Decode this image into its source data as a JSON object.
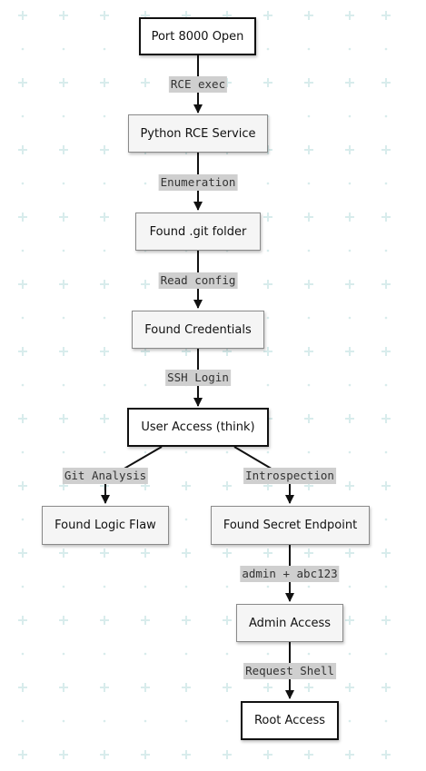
{
  "diagram": {
    "nodes": {
      "port": "Port 8000 Open",
      "python": "Python RCE Service",
      "git": "Found .git folder",
      "creds": "Found Credentials",
      "user": "User Access (think)",
      "logic": "Found Logic Flaw",
      "secret": "Found Secret Endpoint",
      "admin": "Admin Access",
      "root": "Root Access"
    },
    "edges": {
      "rce": "RCE exec",
      "enum": "Enumeration",
      "read": "Read config",
      "ssh": "SSH Login",
      "gitanalysis": "Git Analysis",
      "introspection": "Introspection",
      "adminpass": "admin + abc123",
      "shell": "Request Shell"
    }
  },
  "colors": {
    "background": "#ffffff",
    "grid_plus": "#d8ecec",
    "edge": "#111111",
    "label_bg": "#cfcfcf"
  }
}
